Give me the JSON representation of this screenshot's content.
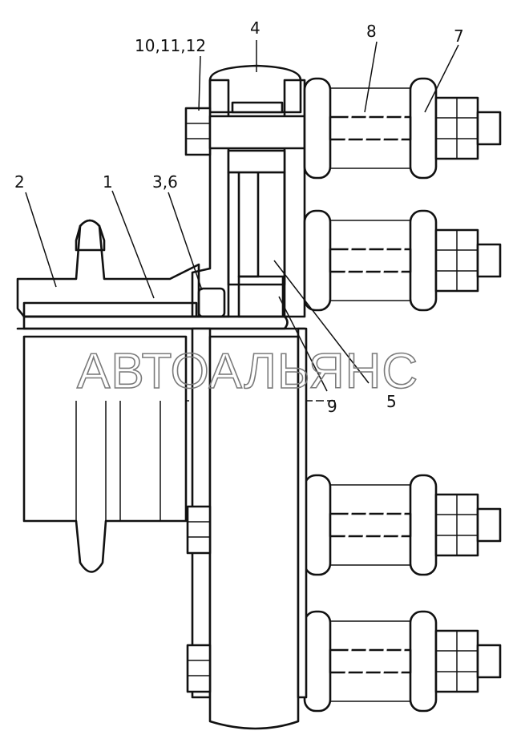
{
  "labels": {
    "l1": "1",
    "l2": "2",
    "l36": "3,6",
    "l4": "4",
    "l5": "5",
    "l7": "7",
    "l8": "8",
    "l9": "9",
    "l101112": "10,11,12"
  },
  "watermark": "АВТОАЛЬЯНС"
}
